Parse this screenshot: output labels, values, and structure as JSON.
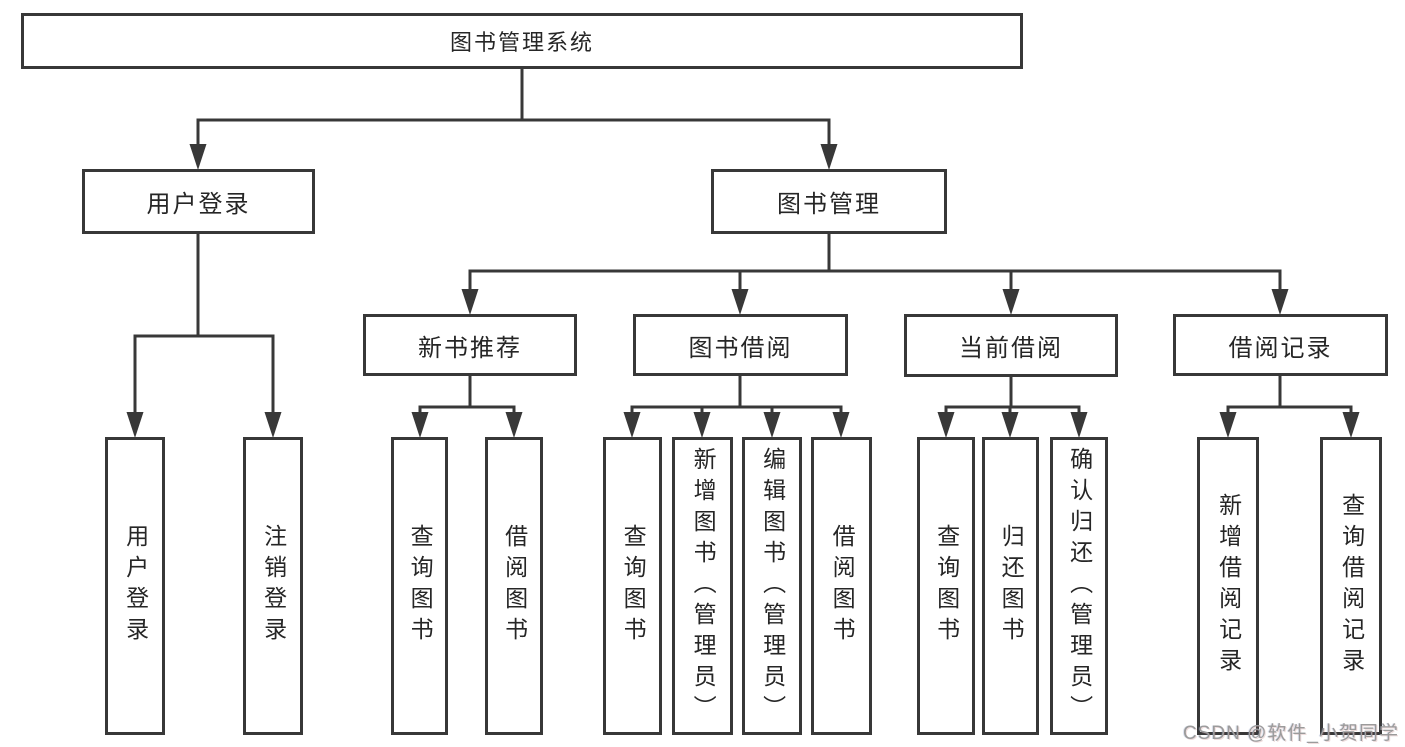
{
  "diagram": {
    "title": "图书管理系统",
    "level2": {
      "user_login": "用户登录",
      "book_management": "图书管理"
    },
    "level3": {
      "new_book_recommend": "新书推荐",
      "book_borrowing": "图书借阅",
      "current_borrowing": "当前借阅",
      "borrowing_records": "借阅记录"
    },
    "leaves": {
      "user_login": "用户登录",
      "logout": "注销登录",
      "rec_query_books": "查询图书",
      "rec_borrow_books": "借阅图书",
      "bb_query_books": "查询图书",
      "bb_add_book_admin": "新增图书（管理员）",
      "bb_edit_book_admin": "编辑图书（管理员）",
      "bb_borrow_books": "借阅图书",
      "cb_query_books": "查询图书",
      "cb_return_books": "归还图书",
      "cb_confirm_return_admin": "确认归还（管理员）",
      "br_add_record": "新增借阅记录",
      "br_query_record": "查询借阅记录"
    }
  },
  "watermark": "CSDN @软件_小贺同学",
  "colors": {
    "line": "#383838",
    "text": "#262626",
    "watermark": "#9b9b9b",
    "background": "#ffffff"
  }
}
